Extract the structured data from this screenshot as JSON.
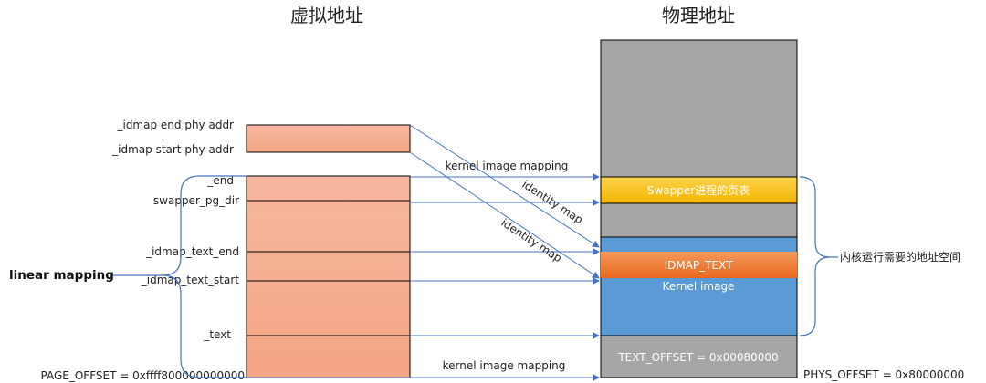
{
  "titles": {
    "virtual": "虚拟地址",
    "physical": "物理地址"
  },
  "labels": {
    "idmap_end_phy": "_idmap end phy addr",
    "idmap_start_phy": "_idmap start phy addr",
    "end": "_end",
    "swapper_pg_dir": "swapper_pg_dir",
    "idmap_text_end": "_idmap_text_end",
    "idmap_text_start": "_idmap_text_start",
    "text": "_text",
    "page_offset": "PAGE_OFFSET = 0xffff800000000000",
    "linear_mapping": "linear mapping"
  },
  "physical_blocks": {
    "swapper_tables": "Swapper进程的页表",
    "idmap_text": "IDMAP_TEXT",
    "kernel_image": "Kernel image",
    "text_offset": "TEXT_OFFSET = 0x00080000",
    "phys_offset": "PHYS_OFFSET = 0x80000000"
  },
  "arrows": {
    "kernel_mapping_top": "kernel image mapping",
    "identity_map_1": "identity map",
    "identity_map_2": "identity map",
    "kernel_mapping_bottom": "kernel image mapping"
  },
  "brace_label": "内核运行需要的地址空间",
  "colors": {
    "salmon": "#f6ad90",
    "gray": "#a6a6a6",
    "yellow": "#ffc000",
    "orange": "#ed7d31",
    "blue": "#5b9bd5",
    "line": "#4472c4"
  }
}
